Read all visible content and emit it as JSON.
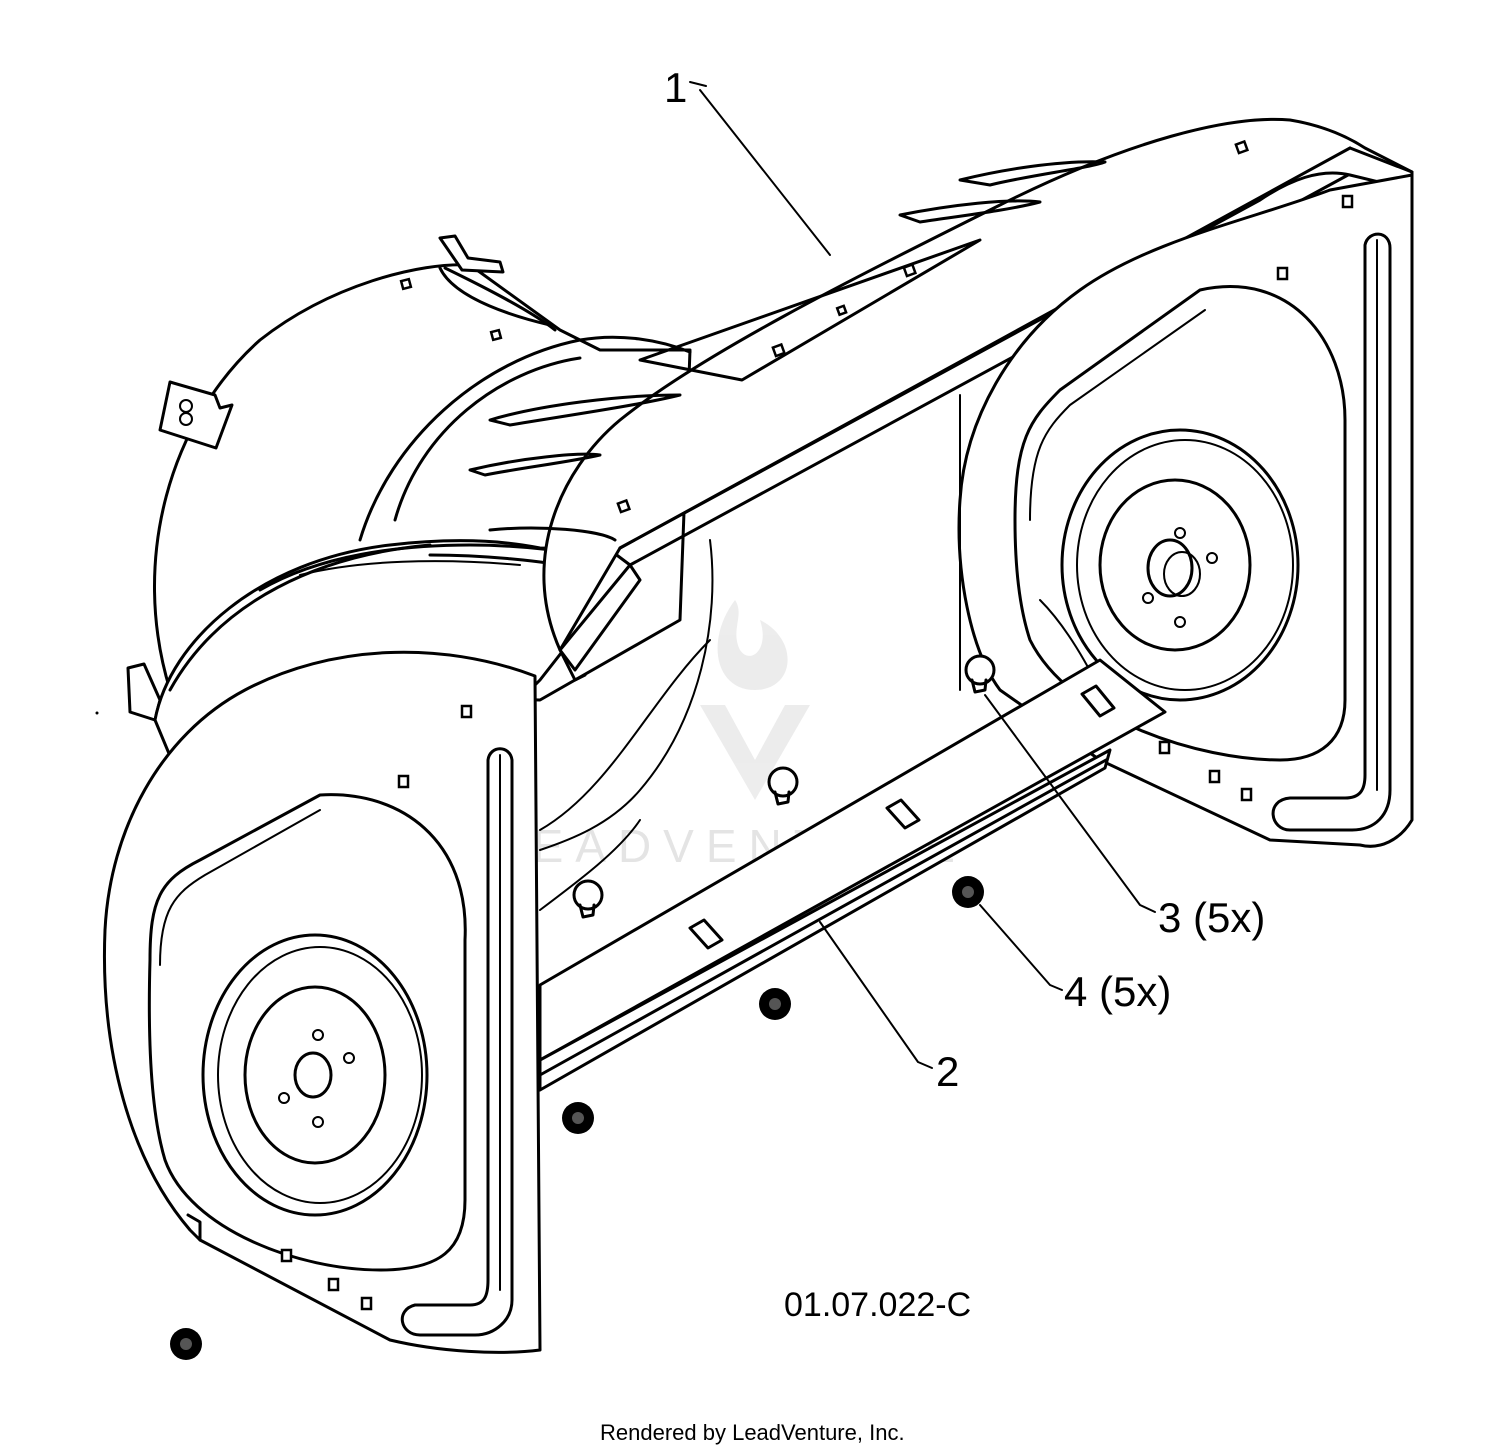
{
  "callouts": [
    {
      "id": "1",
      "label": "1"
    },
    {
      "id": "2",
      "label": "2"
    },
    {
      "id": "3",
      "label": "3 (5x)"
    },
    {
      "id": "4",
      "label": "4 (5x)"
    }
  ],
  "drawing_code": "01.07.022-C",
  "footer": "Rendered by LeadVenture, Inc.",
  "watermark": "LEADVENTURE"
}
